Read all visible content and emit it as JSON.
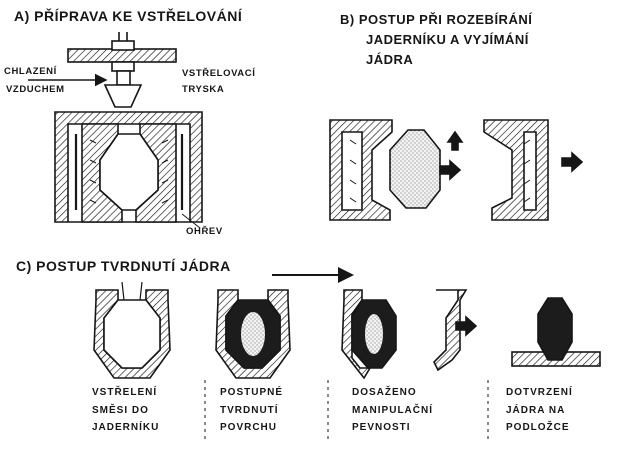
{
  "section_a": {
    "title": "a) PŘÍPRAVA KE VSTŘELOVÁNÍ",
    "label_cooling_1": "CHLAZENÍ",
    "label_cooling_2": "VZDUCHEM",
    "label_nozzle_1": "VSTŘELOVACÍ",
    "label_nozzle_2": "TRYSKA",
    "label_heating": "OHŘEV"
  },
  "section_b": {
    "title_1": "b) POSTUP PŘI ROZEBÍRÁNÍ",
    "title_2": "JADERNÍKU A VYJÍMÁNÍ",
    "title_3": "JÁDRA"
  },
  "section_c": {
    "title": "c) POSTUP TVRDNUTÍ JÁDRA",
    "steps": [
      {
        "line1": "VSTŘELENÍ",
        "line2": "SMĚSI DO",
        "line3": "JADERNÍKU"
      },
      {
        "line1": "POSTUPNÉ",
        "line2": "TVRDNUTÍ",
        "line3": "POVRCHU"
      },
      {
        "line1": "DOSAŽENO",
        "line2": "MANIPULAČNÍ",
        "line3": "PEVNOSTI"
      },
      {
        "line1": "DOTVRZENÍ",
        "line2": "JÁDRA NA",
        "line3": "PODLOŽCE"
      }
    ]
  },
  "colors": {
    "ink": "#161616",
    "paper": "#ffffff"
  }
}
